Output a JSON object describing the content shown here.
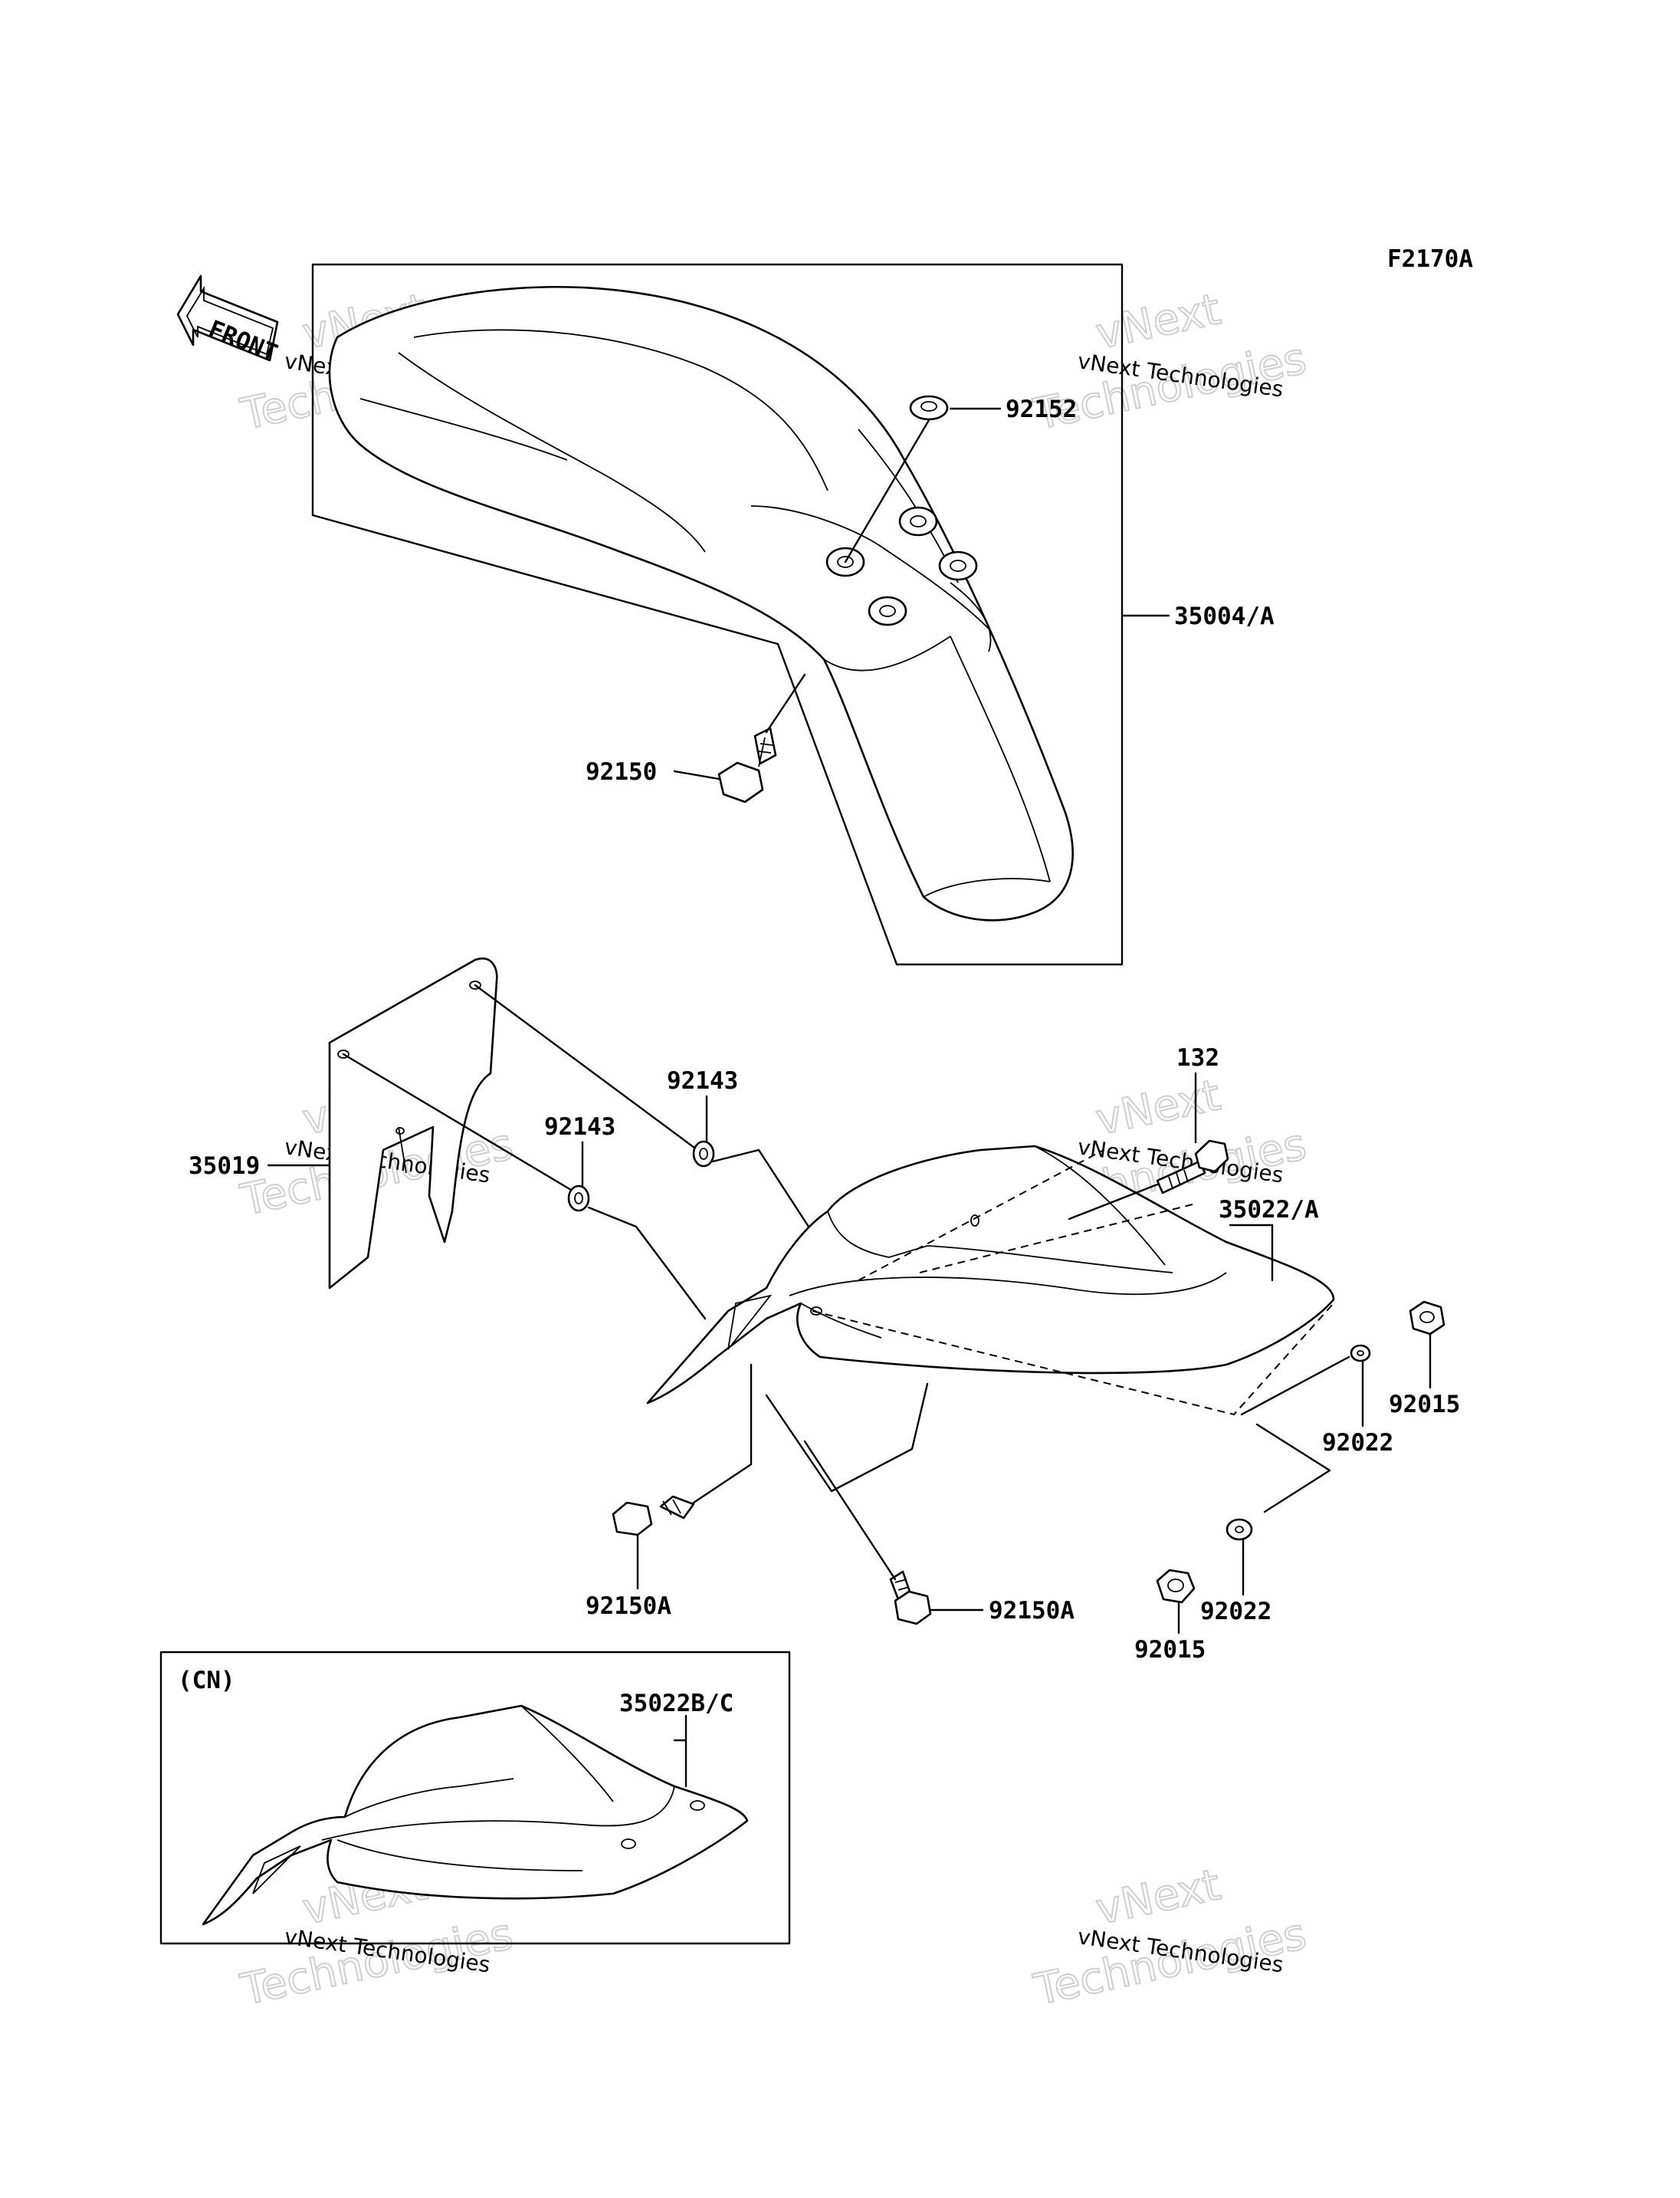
{
  "figure_code": "F2170A",
  "front_arrow_label": "FRONT",
  "watermark": {
    "line1": "vNext",
    "line2": "Technologies",
    "caption": "vNext Technologies"
  },
  "callouts": {
    "p92152": "92152",
    "p35004A": "35004/A",
    "p92150": "92150",
    "p132": "132",
    "p92143_upper": "92143",
    "p92143_lower": "92143",
    "p35019": "35019",
    "p35022A": "35022/A",
    "p92015_right": "92015",
    "p92022_right": "92022",
    "p92150A_left": "92150A",
    "p92150A_right": "92150A",
    "p92022_bottom": "92022",
    "p92015_bottom": "92015",
    "p35022BC": "35022B/C"
  },
  "inset": {
    "label": "(CN)"
  }
}
